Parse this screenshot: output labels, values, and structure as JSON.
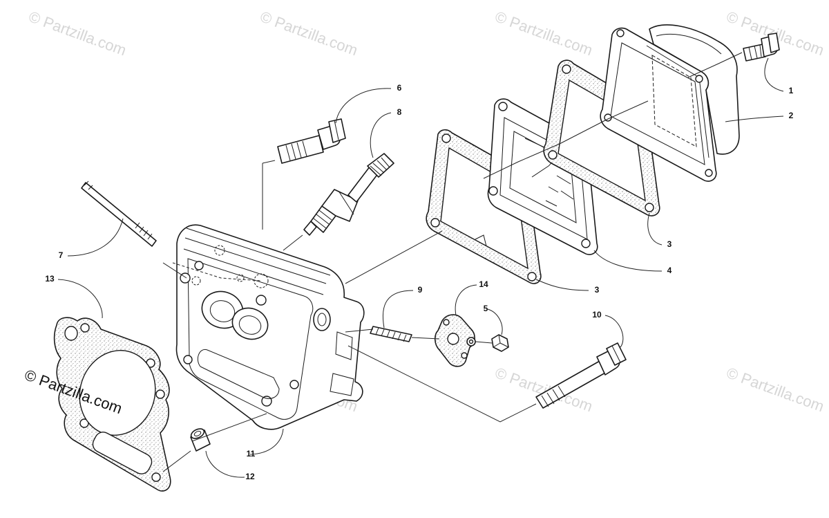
{
  "watermark": {
    "faint_text": "© Partzilla.com",
    "main_text": "© Partzilla.com"
  },
  "callouts": {
    "c1": "1",
    "c2": "2",
    "c3a": "3",
    "c3b": "3",
    "c4": "4",
    "c5": "5",
    "c6": "6",
    "c7": "7",
    "c8": "8",
    "c9": "9",
    "c10": "10",
    "c11": "11",
    "c12": "12",
    "c13": "13",
    "c14": "14"
  },
  "colors": {
    "line": "#1a1a1a",
    "watermark": "#d6d6d6",
    "background": "#ffffff"
  }
}
